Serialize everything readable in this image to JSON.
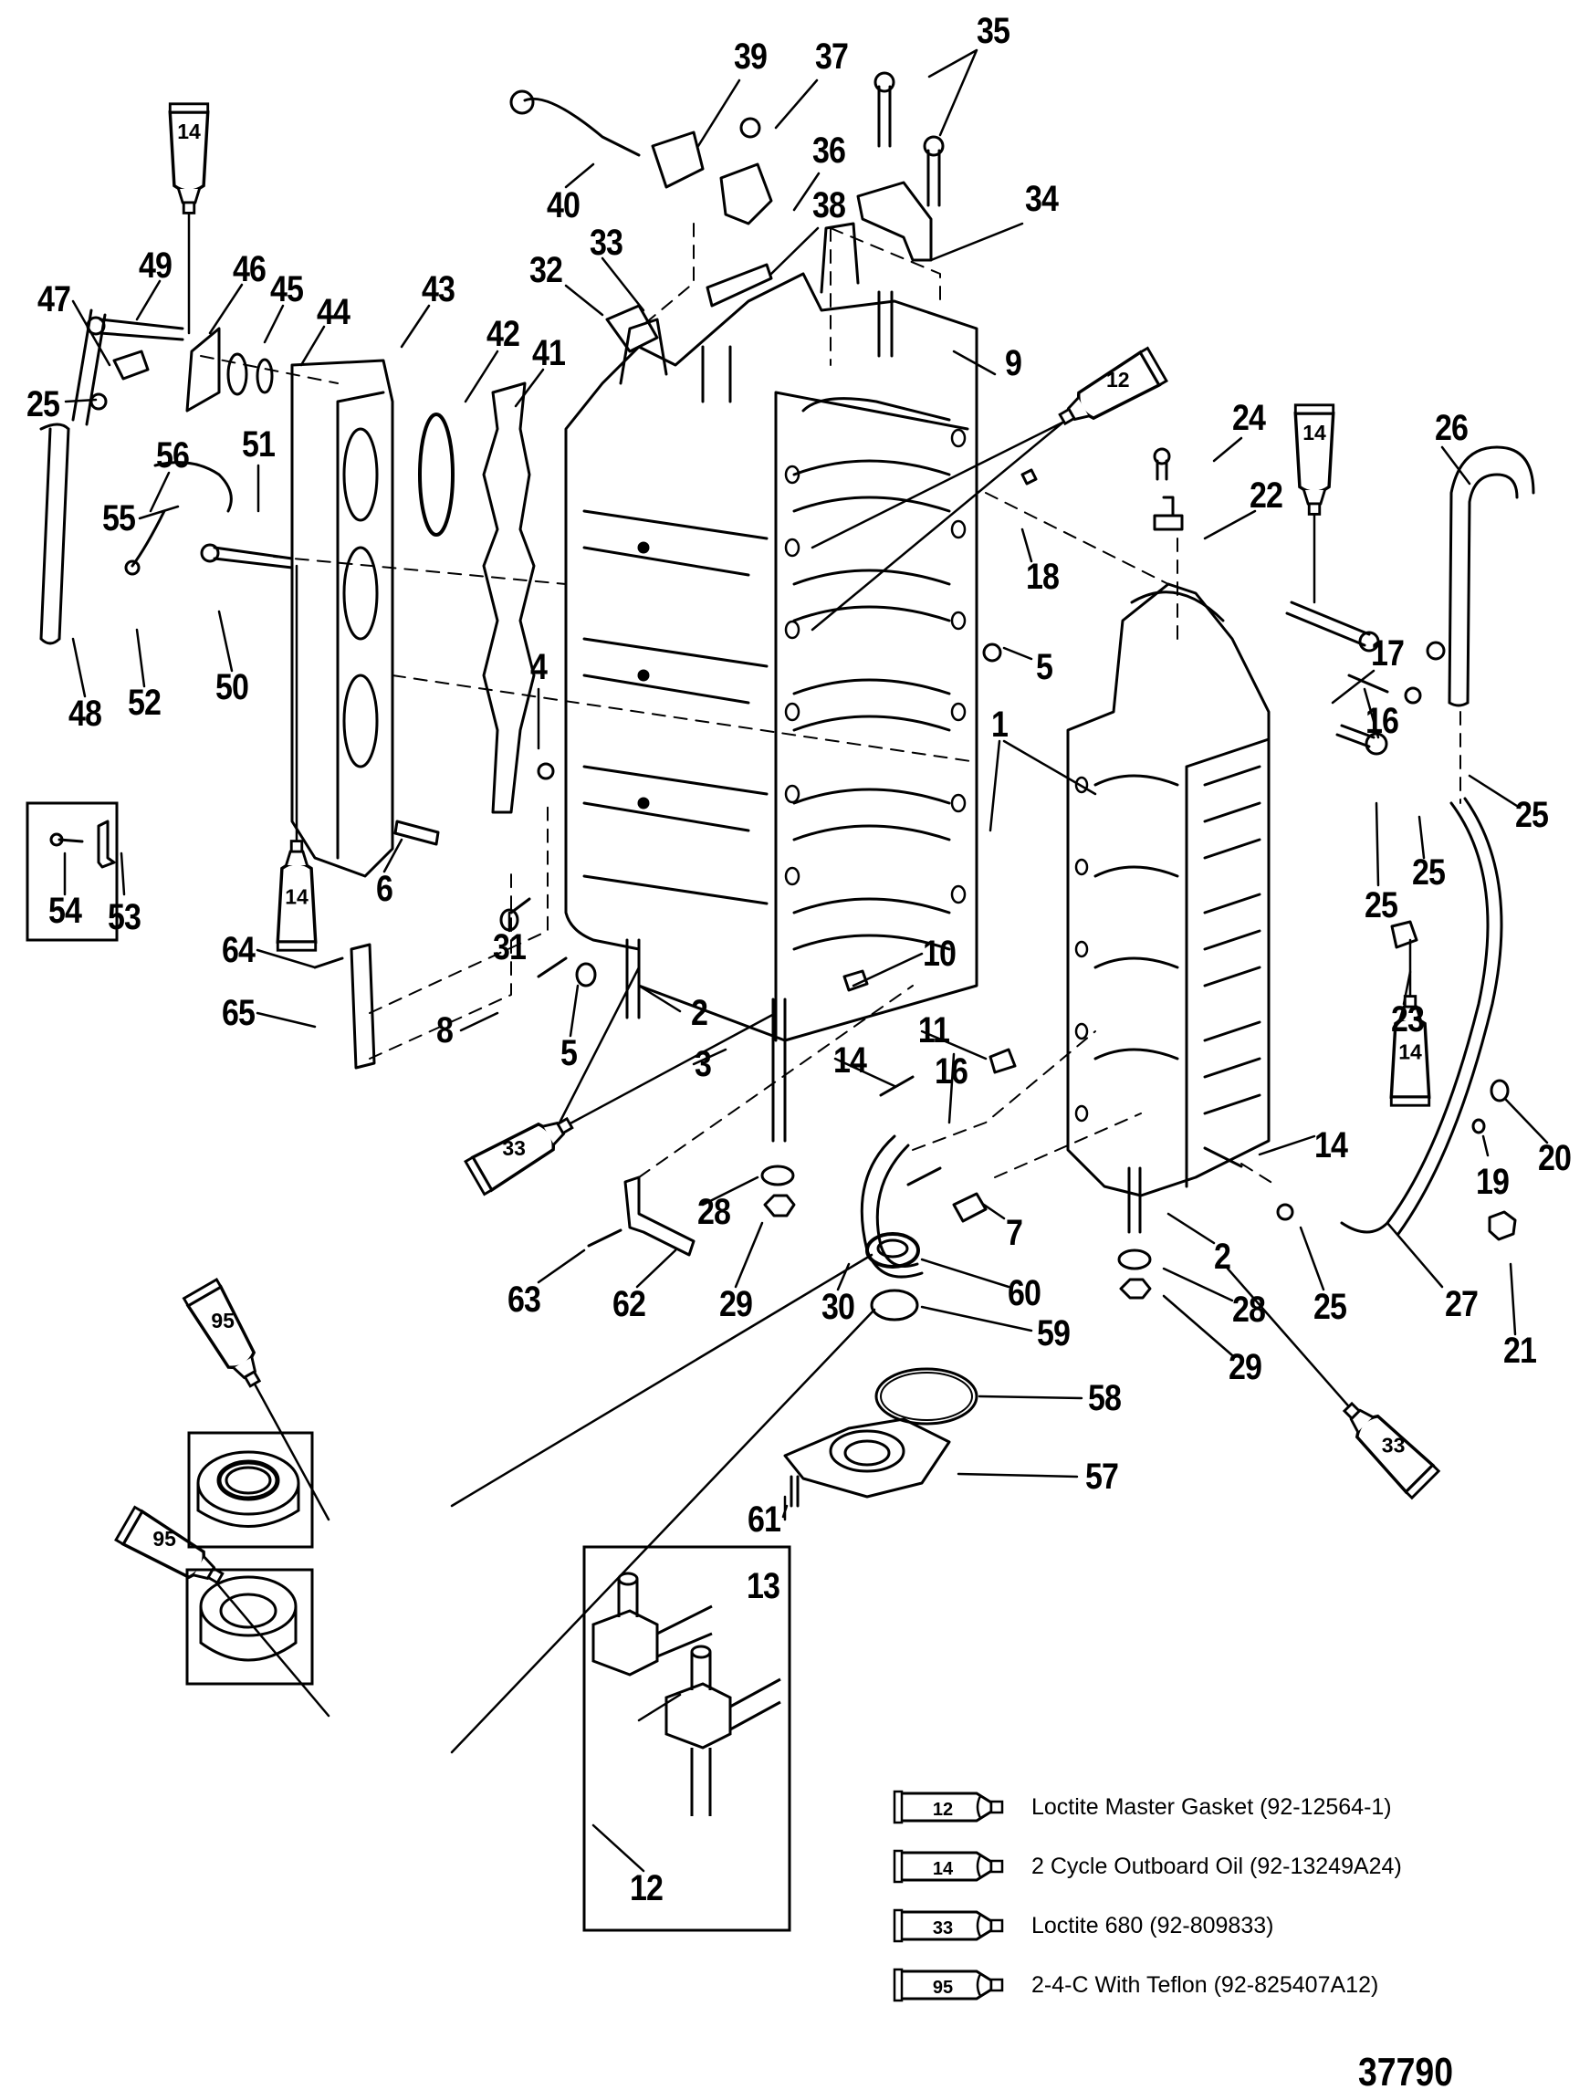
{
  "figure": {
    "title": "Cylinder Block and Crankcase exploded parts diagram",
    "figure_number": "37790"
  },
  "callouts": [
    {
      "id": "c39",
      "label": "39"
    },
    {
      "id": "c37",
      "label": "37"
    },
    {
      "id": "c35",
      "label": "35"
    },
    {
      "id": "c36",
      "label": "36"
    },
    {
      "id": "c40",
      "label": "40"
    },
    {
      "id": "c38",
      "label": "38"
    },
    {
      "id": "c34",
      "label": "34"
    },
    {
      "id": "c33",
      "label": "33"
    },
    {
      "id": "c32",
      "label": "32"
    },
    {
      "id": "c9",
      "label": "9"
    },
    {
      "id": "c49",
      "label": "49"
    },
    {
      "id": "c46",
      "label": "46"
    },
    {
      "id": "c45",
      "label": "45"
    },
    {
      "id": "c44",
      "label": "44"
    },
    {
      "id": "c43",
      "label": "43"
    },
    {
      "id": "c47",
      "label": "47"
    },
    {
      "id": "c42",
      "label": "42"
    },
    {
      "id": "c41",
      "label": "41"
    },
    {
      "id": "c25a",
      "label": "25"
    },
    {
      "id": "c56",
      "label": "56"
    },
    {
      "id": "c51",
      "label": "51"
    },
    {
      "id": "c55",
      "label": "55"
    },
    {
      "id": "c24",
      "label": "24"
    },
    {
      "id": "c22",
      "label": "22"
    },
    {
      "id": "c26",
      "label": "26"
    },
    {
      "id": "c18",
      "label": "18"
    },
    {
      "id": "c5a",
      "label": "5"
    },
    {
      "id": "c4",
      "label": "4"
    },
    {
      "id": "c17",
      "label": "17"
    },
    {
      "id": "c16a",
      "label": "16"
    },
    {
      "id": "c1",
      "label": "1"
    },
    {
      "id": "c25b",
      "label": "25"
    },
    {
      "id": "c25c",
      "label": "25"
    },
    {
      "id": "c25d",
      "label": "25"
    },
    {
      "id": "c48",
      "label": "48"
    },
    {
      "id": "c52",
      "label": "52"
    },
    {
      "id": "c50",
      "label": "50"
    },
    {
      "id": "c6",
      "label": "6"
    },
    {
      "id": "c23",
      "label": "23"
    },
    {
      "id": "c54",
      "label": "54"
    },
    {
      "id": "c53",
      "label": "53"
    },
    {
      "id": "c64",
      "label": "64"
    },
    {
      "id": "c31",
      "label": "31"
    },
    {
      "id": "c10",
      "label": "10"
    },
    {
      "id": "c2a",
      "label": "2"
    },
    {
      "id": "c65",
      "label": "65"
    },
    {
      "id": "c8",
      "label": "8"
    },
    {
      "id": "c5b",
      "label": "5"
    },
    {
      "id": "c11",
      "label": "11"
    },
    {
      "id": "c14a",
      "label": "14"
    },
    {
      "id": "c3",
      "label": "3"
    },
    {
      "id": "c16b",
      "label": "16"
    },
    {
      "id": "c20",
      "label": "20"
    },
    {
      "id": "c19",
      "label": "19"
    },
    {
      "id": "c14b",
      "label": "14"
    },
    {
      "id": "c28a",
      "label": "28"
    },
    {
      "id": "c2b",
      "label": "2"
    },
    {
      "id": "c7",
      "label": "7"
    },
    {
      "id": "c63",
      "label": "63"
    },
    {
      "id": "c62",
      "label": "62"
    },
    {
      "id": "c29a",
      "label": "29"
    },
    {
      "id": "c30",
      "label": "30"
    },
    {
      "id": "c60",
      "label": "60"
    },
    {
      "id": "c27",
      "label": "27"
    },
    {
      "id": "c25e",
      "label": "25"
    },
    {
      "id": "c28b",
      "label": "28"
    },
    {
      "id": "c59",
      "label": "59"
    },
    {
      "id": "c29b",
      "label": "29"
    },
    {
      "id": "c21",
      "label": "21"
    },
    {
      "id": "c58",
      "label": "58"
    },
    {
      "id": "c57",
      "label": "57"
    },
    {
      "id": "c61",
      "label": "61"
    },
    {
      "id": "c13",
      "label": "13"
    },
    {
      "id": "c12",
      "label": "12"
    }
  ],
  "sealant_tubes": [
    {
      "code": "14",
      "location": "top-left"
    },
    {
      "code": "14",
      "location": "left-middle"
    },
    {
      "code": "12",
      "location": "center-top"
    },
    {
      "code": "14",
      "location": "right-top"
    },
    {
      "code": "14",
      "location": "right-middle"
    },
    {
      "code": "33",
      "location": "left-lower"
    },
    {
      "code": "33",
      "location": "right-lower"
    },
    {
      "code": "95",
      "location": "bottom-left-upper"
    },
    {
      "code": "95",
      "location": "bottom-left-lower"
    }
  ],
  "legend": [
    {
      "code": "12",
      "text": "Loctite Master Gasket (92-12564-1)"
    },
    {
      "code": "14",
      "text": "2 Cycle Outboard Oil (92-13249A24)"
    },
    {
      "code": "33",
      "text": "Loctite 680 (92-809833)"
    },
    {
      "code": "95",
      "text": "2-4-C  With Teflon (92-825407A12)"
    }
  ],
  "colors": {
    "ink": "#000000",
    "paper": "#ffffff"
  }
}
